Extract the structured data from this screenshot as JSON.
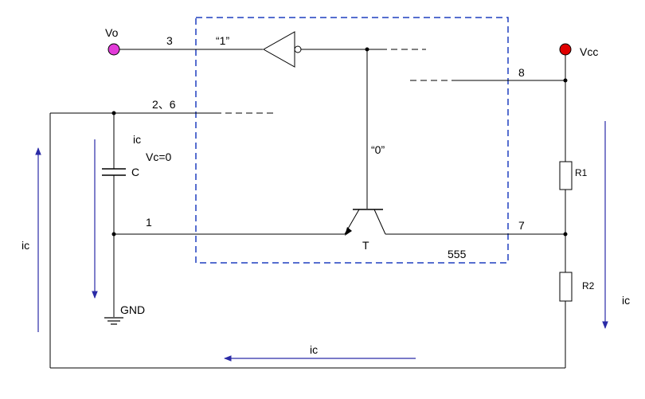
{
  "chip": {
    "label": "555",
    "color": "#1f3fbf"
  },
  "terminals": {
    "vo": {
      "label": "Vo",
      "color": "#e23bd8"
    },
    "vcc": {
      "label": "Vcc",
      "color": "#e00000"
    },
    "gnd": {
      "label": "GND"
    }
  },
  "pins": {
    "p3": "3",
    "p8": "8",
    "p26": "2、6",
    "p1": "1",
    "p7": "7"
  },
  "logic": {
    "one": "“1”",
    "zero": "“0”"
  },
  "components": {
    "capacitor": "C",
    "r1": "R1",
    "r2": "R2",
    "transistor": "T"
  },
  "annotations": {
    "ic_cap": "ic",
    "vc": "Vc=0",
    "ic_left": "ic",
    "ic_right": "ic",
    "ic_bottom": "ic"
  },
  "flow_color": "#2a2aa6"
}
